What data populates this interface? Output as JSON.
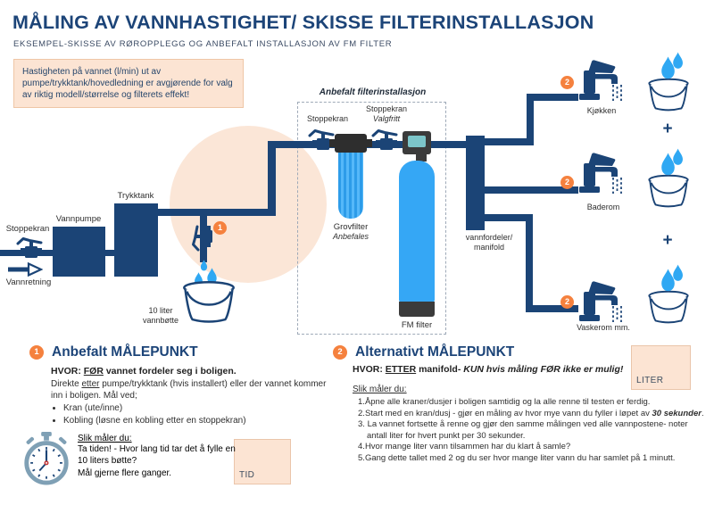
{
  "colors": {
    "navy": "#1B4476",
    "orange": "#F5813E",
    "peach": "#FCE4D3",
    "blue": "#35A7F5",
    "dark_gray": "#3B3B3B",
    "screen_teal": "#7CC5C9"
  },
  "header": {
    "title": "MÅLING AV VANNHASTIGHET/ SKISSE FILTERINSTALLASJON",
    "subtitle": "EKSEMPEL-SKISSE AV RØROPPLEGG OG ANBEFALT INSTALLASJON AV FM FILTER"
  },
  "info_box": {
    "text": "Hastigheten på vannet (l/min) ut av pumpe/trykktank/hovedledning er avgjørende for valg av riktig modell/størrelse og filterets effekt!"
  },
  "diagram": {
    "stoppekran_left": "Stoppekran",
    "vannretning": "Vannretning",
    "vannpumpe": "Vannpumpe",
    "trykktank": "Trykktank",
    "bucket_label": "10 liter vannbøtte",
    "marker_1": "1",
    "filterbox": {
      "title": "Anbefalt filterinstallasjon",
      "stoppekran_1": "Stoppekran",
      "stoppekran_2": "Stoppekran",
      "stoppekran_2_note": "Valgfritt",
      "grovfilter": "Grovfilter",
      "grovfilter_note": "Anbefales",
      "fm_filter": "FM filter"
    },
    "manifold_label": "vannfordeler/ manifold",
    "outlets": [
      {
        "marker": "2",
        "label": "Kjøkken"
      },
      {
        "marker": "2",
        "label": "Baderom"
      },
      {
        "marker": "2",
        "label": "Vaskerom mm."
      }
    ],
    "plus": "+"
  },
  "section1": {
    "number": "1",
    "title": "Anbefalt MÅLEPUNKT",
    "where_label": "HVOR: ",
    "where_underlined": "FØR",
    "where_rest": " vannet fordeler seg i boligen.",
    "desc_pre": "Direkte ",
    "desc_underlined": "etter",
    "desc_post": " pumpe/trykktank (hvis installert) eller der vannet kommer inn i boligen. Mål ved;",
    "bullets": [
      "Kran (ute/inne)",
      "Kobling (løsne en kobling etter en stoppekran)"
    ],
    "how_title": "Slik måler du:",
    "how_line1": "Ta tiden! - Hvor lang tid tar det å fylle en 10 liters bøtte?",
    "how_line2": "Mål gjerne flere ganger.",
    "tid_label": "TID"
  },
  "section2": {
    "number": "2",
    "title": "Alternativt MÅLEPUNKT",
    "where_label": "HVOR: ",
    "where_underlined": "ETTER",
    "where_mid": " manifold- ",
    "where_italic": "KUN hvis måling FØR ikke er mulig!",
    "how_title": "Slik måler du:",
    "steps": [
      {
        "num": "1.",
        "text": "Åpne alle kraner/dusjer i boligen samtidig og la alle renne til testen er ferdig."
      },
      {
        "num": "2.",
        "text": "Start med en kran/dusj - gjør en måling av hvor mye vann du fyller i løpet av ",
        "bold": "30 sekunder",
        "post": "."
      },
      {
        "num": "3.",
        "text": " La vannet fortsette å renne og gjør den samme målingen ved alle vannpostene- noter antall liter for hvert punkt per 30 sekunder."
      },
      {
        "num": "4.",
        "text": "Hvor mange liter vann tilsammen har du klart å samle?"
      },
      {
        "num": "5.",
        "text": "Gang dette tallet med 2 og du ser hvor mange liter vann du har samlet på 1 minutt."
      }
    ],
    "liter_label": "LITER"
  }
}
